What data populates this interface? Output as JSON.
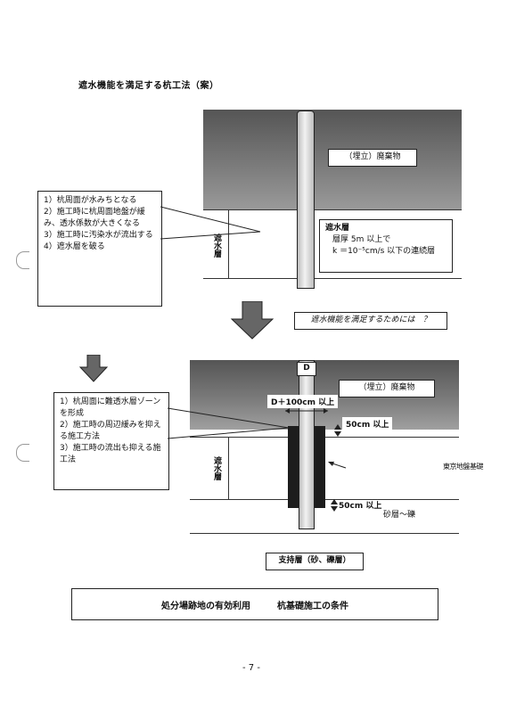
{
  "title": "遮水機能を満足する杭工法（案）",
  "top_diagram": {
    "waste_label": "（埋立）廃棄物",
    "problems": [
      "1）杭周面が水みちとなる",
      "2）施工時に杭周面地盤が緩み、透水係数が大きくなる",
      "3）施工時に汚染水が流出する",
      "4）遮水層を破る"
    ],
    "barrier_side_label": "遮水層",
    "barrier_box_title": "遮水層",
    "barrier_box_line1": "層厚 5m 以上で",
    "barrier_box_line2": "k ＝10⁻⁵cm/s 以下の連続層"
  },
  "question": "遮水機能を満足するためには　？",
  "bottom_diagram": {
    "pile_label": "D",
    "waste_label": "（埋立）廃棄物",
    "solutions": [
      "1）杭周面に難透水層ゾーンを形成",
      "2）施工時の周辺緩みを抑える施工方法",
      "3）施工時の流出も抑える施工法"
    ],
    "zone_width_label": "D＋100cm 以上",
    "top_margin_label": "50cm 以上",
    "bottom_margin_label": "50cm 以上",
    "barrier_side_label": "遮水層",
    "sand_label": "砂層～礫",
    "stamp": "東京地盤基礎"
  },
  "support_label": "支持層（砂、礫層）",
  "footer": {
    "left": "処分場跡地の有効利用",
    "right": "杭基礎施工の条件"
  },
  "page_number": "- 7 -"
}
